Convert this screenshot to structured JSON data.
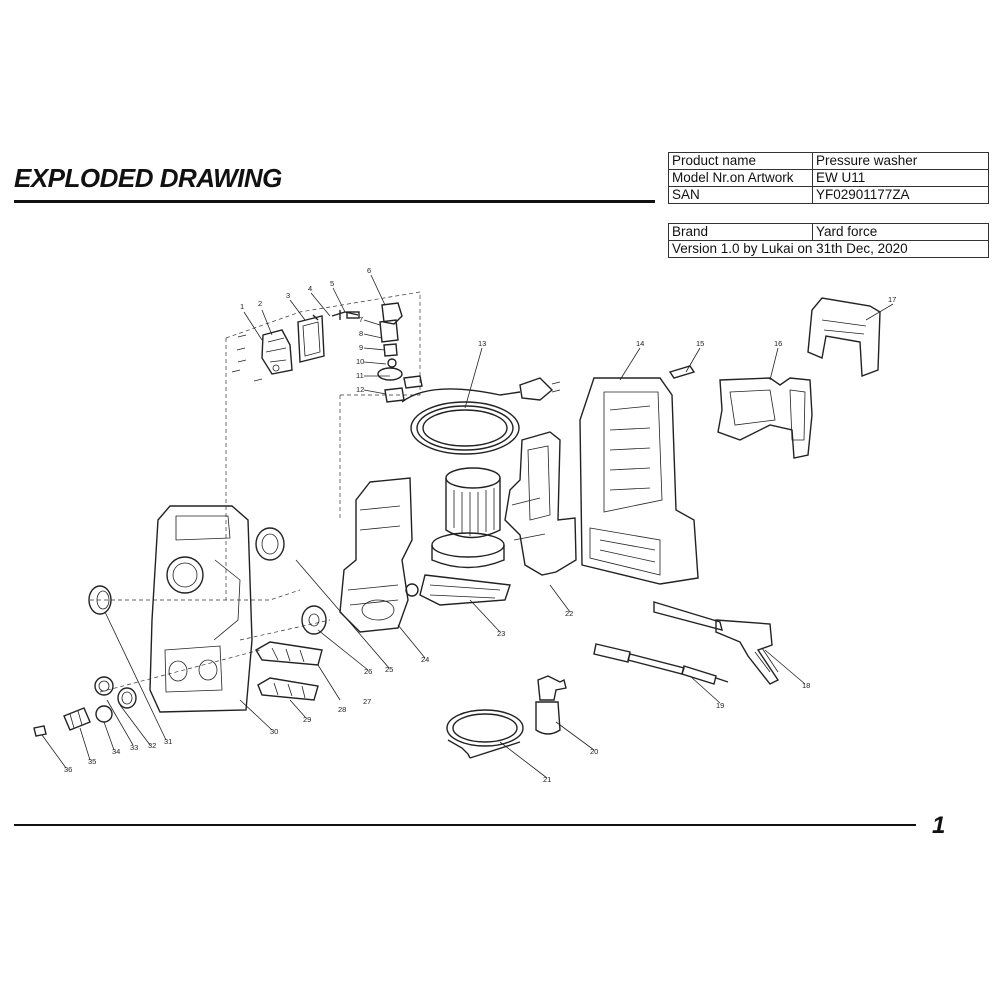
{
  "header": {
    "title": "EXPLODED DRAWING"
  },
  "info_table": [
    {
      "key": "Product name",
      "value": "Pressure washer"
    },
    {
      "key": "Model Nr.on Artwork",
      "value": "EW U11"
    },
    {
      "key": "SAN",
      "value": "YF02901177ZA"
    }
  ],
  "brand_table": {
    "brand_key": "Brand",
    "brand_value": "Yard force",
    "version": "Version 1.0 by Lukai on 31th Dec, 2020"
  },
  "page_number": "1",
  "callouts": [
    "1",
    "2",
    "3",
    "4",
    "5",
    "6",
    "7",
    "8",
    "9",
    "10",
    "11",
    "12",
    "13",
    "14",
    "15",
    "16",
    "17",
    "18",
    "19",
    "20",
    "21",
    "22",
    "23",
    "24",
    "25",
    "26",
    "27",
    "28",
    "29",
    "30",
    "31",
    "32",
    "33",
    "34",
    "35",
    "36"
  ]
}
